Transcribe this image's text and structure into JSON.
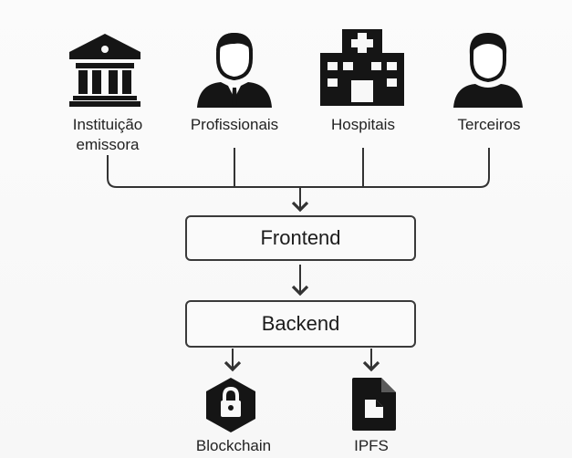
{
  "actors": [
    {
      "icon": "bank-building-icon",
      "label_line1": "Instituição",
      "label_line2": "emissora"
    },
    {
      "icon": "professional-person-icon",
      "label": "Profissionais"
    },
    {
      "icon": "hospital-icon",
      "label": "Hospitais"
    },
    {
      "icon": "third-party-person-icon",
      "label": "Terceiros"
    }
  ],
  "frontend": {
    "label": "Frontend"
  },
  "backend": {
    "label": "Backend"
  },
  "storage": [
    {
      "icon": "blockchain-lock-icon",
      "label": "Blockchain"
    },
    {
      "icon": "ipfs-file-icon",
      "label": "IPFS"
    }
  ],
  "colors": {
    "icon": "#151515",
    "line": "#333333",
    "box_border": "#3a3a3a",
    "background": "#f8f8f8"
  }
}
